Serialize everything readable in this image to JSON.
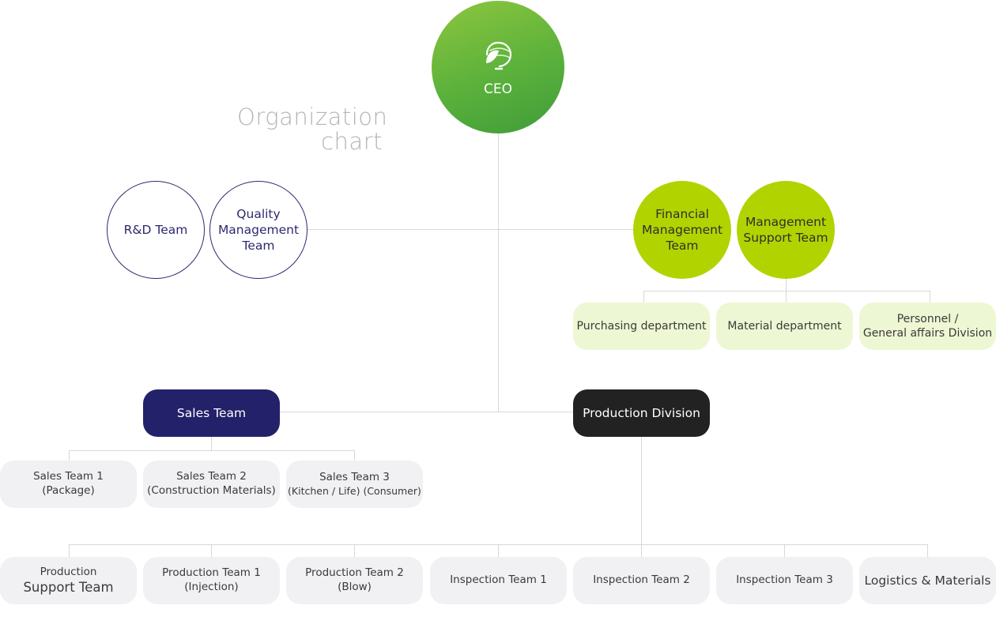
{
  "title": [
    "Organization",
    "chart"
  ],
  "ceo": {
    "label": "CEO",
    "logo_icon": "leaf-globe-icon",
    "colors": [
      "#8dc63f",
      "#3f9c3a"
    ]
  },
  "staff_left": [
    {
      "lines": [
        "R&D Team"
      ]
    },
    {
      "lines": [
        "Quality",
        "Management",
        "Team"
      ]
    }
  ],
  "staff_right": [
    {
      "lines": [
        "Financial",
        "Management",
        "Team"
      ]
    },
    {
      "lines": [
        "Management",
        "Support Team"
      ]
    }
  ],
  "support_departments": [
    {
      "lines": [
        "Purchasing department"
      ]
    },
    {
      "lines": [
        "Material department"
      ]
    },
    {
      "lines": [
        "Personnel /",
        "General affairs Division"
      ]
    }
  ],
  "sales": {
    "label": "Sales Team",
    "teams": [
      {
        "name": "Sales Team 1",
        "sub": "(Package)"
      },
      {
        "name": "Sales Team 2",
        "sub": "(Construction Materials)"
      },
      {
        "name": "Sales Team 3",
        "sub": "(Kitchen / Life) (Consumer)"
      }
    ]
  },
  "production": {
    "label": "Production Division",
    "teams": [
      {
        "name": "Production",
        "sub": "Support Team"
      },
      {
        "name": "Production Team 1",
        "sub": "(Injection)"
      },
      {
        "name": "Production Team 2",
        "sub": "(Blow)"
      },
      {
        "name": "Inspection Team 1",
        "sub": ""
      },
      {
        "name": "Inspection Team 2",
        "sub": ""
      },
      {
        "name": "Inspection Team 3",
        "sub": ""
      },
      {
        "name": "Logistics & Materials",
        "sub": ""
      }
    ]
  },
  "colors": {
    "navy": "#24216b",
    "lime": "#b1d400",
    "dark": "#222222",
    "connector": "#d8d8d8"
  }
}
